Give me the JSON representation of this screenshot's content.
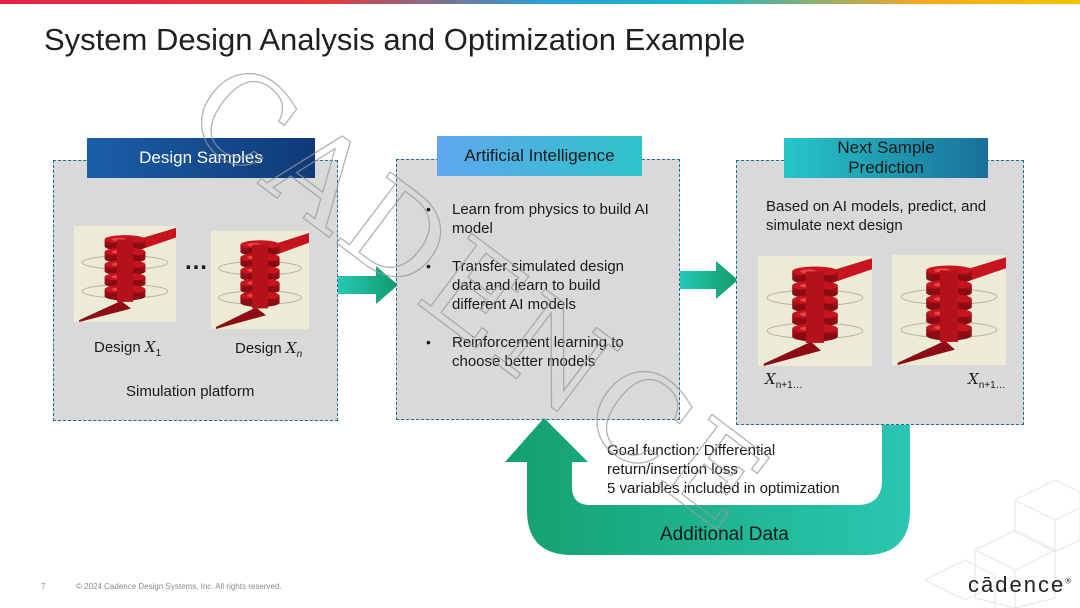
{
  "slide": {
    "title": "System Design Analysis and Optimization Example",
    "page_number": "7",
    "copyright": "© 2024 Cadence Design Systems, Inc. All rights reserved.",
    "logo_text": "cādence",
    "logo_mark": "®",
    "watermark": "CADENCE"
  },
  "panels": {
    "design_samples": {
      "header": "Design Samples",
      "ellipsis": "…",
      "label_1": "Design",
      "label_1_var": "X",
      "label_1_sub": "1",
      "label_n": "Design",
      "label_n_var": "X",
      "label_n_sub": "n",
      "caption": "Simulation platform"
    },
    "ai": {
      "header": "Artificial Intelligence",
      "bullets": [
        "Learn from physics to build AI model",
        "Transfer simulated design data and learn to build different AI models",
        "Reinforcement learning to choose better models"
      ]
    },
    "next_sample": {
      "header_line1": "Next Sample",
      "header_line2": "Prediction",
      "description": "Based on AI models, predict, and simulate next design",
      "label_1_var": "X",
      "label_1_sub": "n+1…",
      "label_2_var": "X",
      "label_2_sub": "n+1…"
    }
  },
  "feedback": {
    "goal_line1": "Goal function: Differential",
    "goal_line2": "return/insertion loss",
    "goal_line3": "5 variables included in optimization",
    "arrow_label": "Additional Data"
  },
  "colors": {
    "arrow_green": "#1aa273",
    "arrow_teal": "#25c9b5",
    "header_dark_blue": "#0f3a78",
    "header_light_blue": "#5fa7ef",
    "header_teal": "#26c6c9",
    "panel_gray": "#d9d9d9",
    "panel_border": "#1d6f8f",
    "part_red": "#c8141e"
  }
}
